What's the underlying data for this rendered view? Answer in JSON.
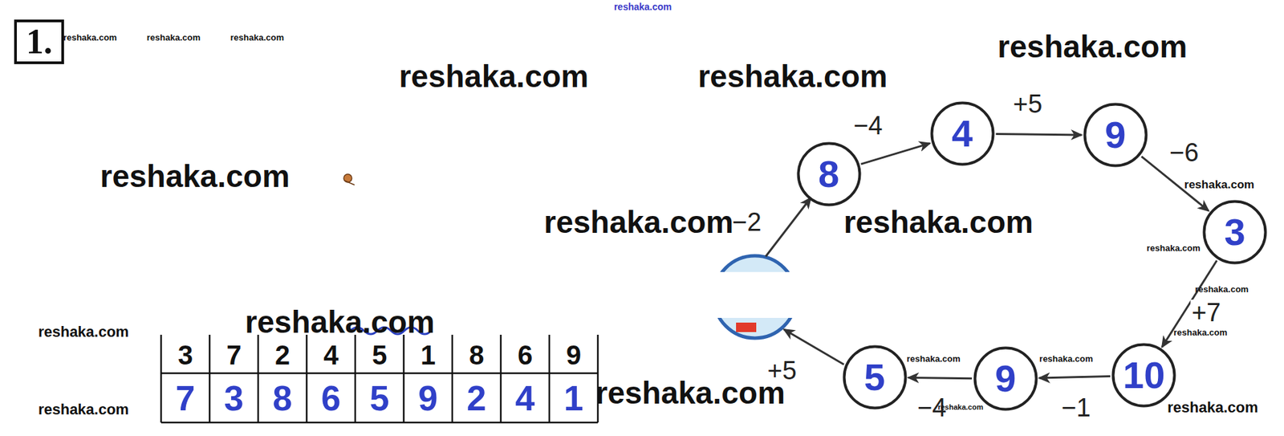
{
  "diagram": {
    "nodes": [
      {
        "text": [
          "1."
        ]
      },
      {
        "text": [
          "8"
        ]
      },
      {
        "text": [
          "4"
        ]
      },
      {
        "text": [
          "9"
        ]
      },
      {
        "text": [
          "3"
        ]
      },
      {
        "text": [
          "10"
        ]
      },
      {
        "text": [
          "9"
        ]
      },
      {
        "text": [
          "5"
        ]
      }
    ],
    "edges": [
      {
        "from": 1,
        "to": 2,
        "arrow": "to",
        "label": "−4"
      },
      {
        "from": 2,
        "to": 3,
        "arrow": "to",
        "label": "+5"
      },
      {
        "from": 3,
        "to": 4,
        "arrow": "to",
        "label": "−6"
      },
      {
        "from": 4,
        "to": 5,
        "arrow": "to",
        "label": "+7"
      },
      {
        "from": 5,
        "to": 6,
        "arrow": "to",
        "label": "−1"
      },
      {
        "from": 6,
        "to": 7,
        "arrow": "to",
        "label": "−4"
      }
    ],
    "labels": [
      "3",
      "7",
      "2",
      "4",
      "5",
      "1",
      "8",
      "6",
      "9",
      "7",
      "3",
      "8",
      "6",
      "5",
      "9",
      "2",
      "4",
      "1",
      "−2",
      "+5",
      "reshaka.com",
      "reshaka.com",
      "reshaka.com",
      "reshaka.com",
      "reshaka.com",
      "reshaka.com",
      "reshaka.com",
      "reshaka.com",
      "reshaka.com",
      "reshaka.com",
      "reshaka.com",
      "reshaka.com",
      "reshaka.com",
      "reshaka.com",
      "reshaka.com",
      "reshaka.com",
      "reshaka.com",
      "reshaka.com",
      "reshaka.com",
      "reshaka.com",
      "reshaka.com",
      "reshaka.com"
    ]
  }
}
